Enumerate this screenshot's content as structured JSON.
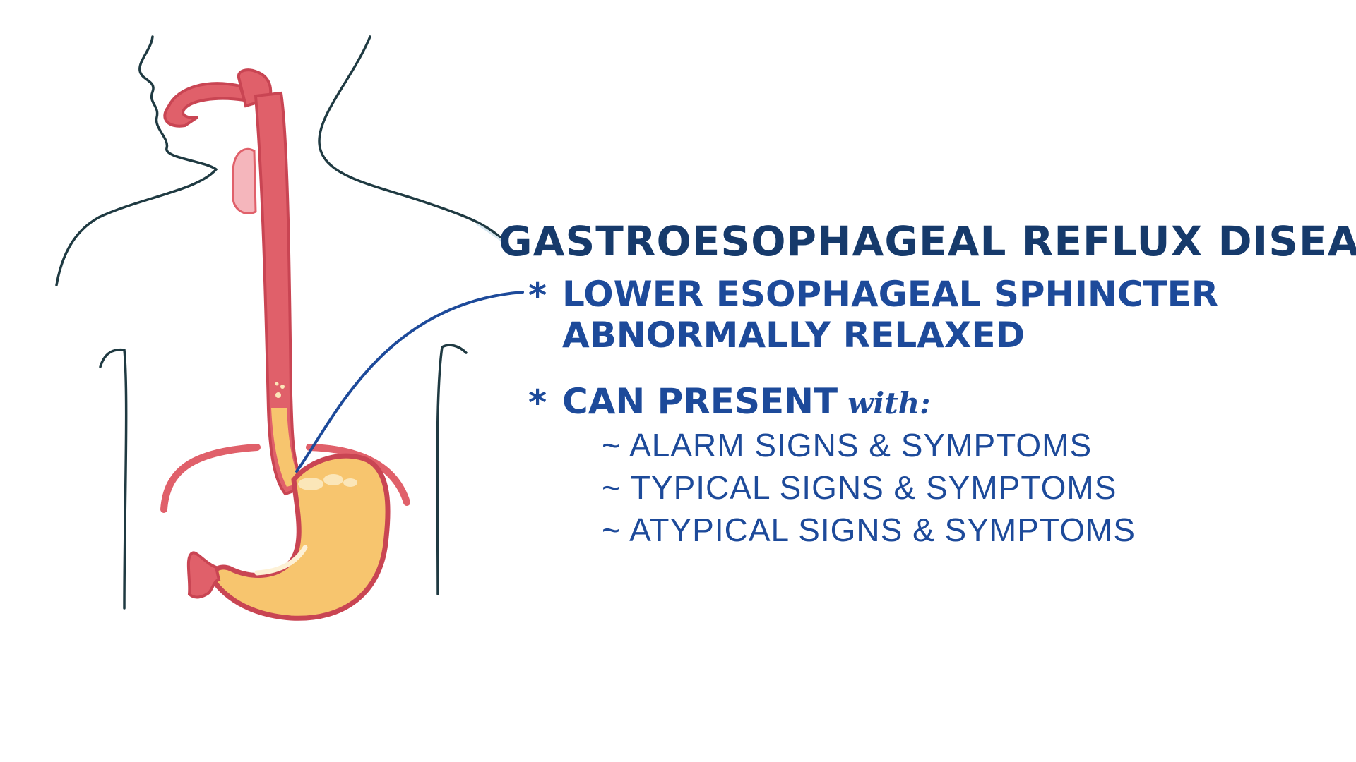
{
  "colors": {
    "outline": "#1f3a42",
    "esophagus": "#e0606a",
    "esophagus_dark": "#c94553",
    "stomach_fill": "#f7c56e",
    "bubble": "#fbe6b8",
    "title": "#163a6b",
    "text": "#1d4a9a",
    "pointer": "#1d4a9a",
    "thyroid": "#f5b6bc"
  },
  "title": "GASTROESOPHAGEAL REFLUX DISEASE",
  "bullets": [
    {
      "marker": "*",
      "lines": [
        "LOWER ESOPHAGEAL SPHINCTER",
        "ABNORMALLY RELAXED"
      ]
    },
    {
      "marker": "*",
      "lead": "CAN PRESENT",
      "lead_suffix": "with:",
      "items": [
        "~ ALARM  SIGNS & SYMPTOMS",
        "~ TYPICAL  SIGNS & SYMPTOMS",
        "~ ATYPICAL  SIGNS & SYMPTOMS"
      ]
    }
  ]
}
